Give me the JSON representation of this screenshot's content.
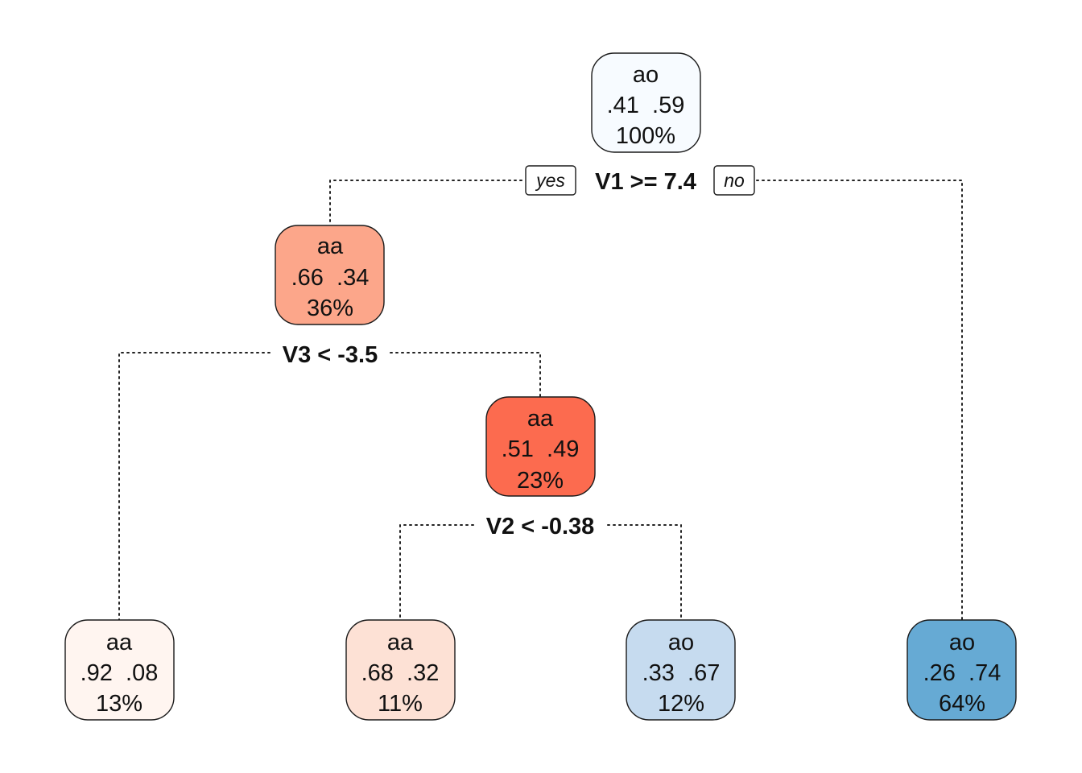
{
  "tree": {
    "nodes": [
      {
        "id": "n1",
        "class": "ao",
        "probs": ".41  .59",
        "pct": "100%",
        "fill": "#F7FBFF"
      },
      {
        "id": "n2",
        "class": "aa",
        "probs": ".66  .34",
        "pct": "36%",
        "fill": "#FCA68A"
      },
      {
        "id": "n3",
        "class": "aa",
        "probs": ".51  .49",
        "pct": "23%",
        "fill": "#FC6B4F"
      },
      {
        "id": "n4",
        "class": "aa",
        "probs": ".92  .08",
        "pct": "13%",
        "fill": "#FFF5F0"
      },
      {
        "id": "n5",
        "class": "aa",
        "probs": ".68  .32",
        "pct": "11%",
        "fill": "#FDE1D5"
      },
      {
        "id": "n6",
        "class": "ao",
        "probs": ".33  .67",
        "pct": "12%",
        "fill": "#C6DBEF"
      },
      {
        "id": "n7",
        "class": "ao",
        "probs": ".26  .74",
        "pct": "64%",
        "fill": "#66AAD4"
      }
    ],
    "splits": [
      {
        "id": "s1",
        "label": "V1 >= 7.4"
      },
      {
        "id": "s2",
        "label": "V3 < -3.5"
      },
      {
        "id": "s3",
        "label": "V2 < -0.38"
      }
    ],
    "branch_tags": {
      "yes": "yes",
      "no": "no"
    }
  }
}
